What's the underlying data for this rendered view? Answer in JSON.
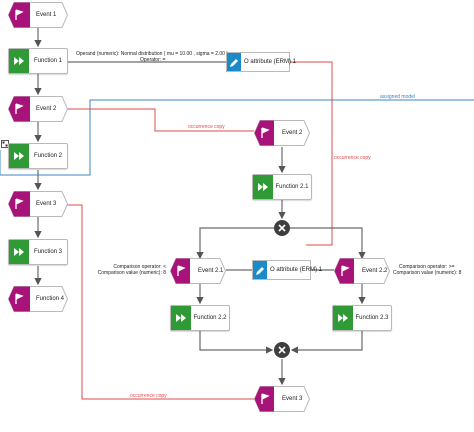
{
  "diagram": {
    "left_chain": {
      "event_1": "Event 1",
      "function_1": "Function 1",
      "event_2": "Event 2",
      "function_2": "Function 2",
      "event_3": "Event 3",
      "function_3": "Function 3",
      "function_4": "Function 4"
    },
    "assigned_model": {
      "event_2": "Event 2",
      "function_2_1": "Function 2.1",
      "event_2_1": "Event 2.1",
      "event_2_2": "Event 2.2",
      "function_2_2": "Function 2.2",
      "function_2_3": "Function 2.3",
      "event_3": "Event 3",
      "attribute_object": "O attribute (ERM) 1"
    },
    "attribute_object_top": "O attribute (ERM) 1",
    "operand_line": "Operand (numeric): Normal distribution ( mu = 10.00 , sigma = 2.00 )",
    "operator_line": "Operator: =",
    "comparison_left_line1": "Comparison operator: <",
    "comparison_left_line2": "Comparison value (numeric): 8",
    "comparison_right_line1": "Comparison operator: >=",
    "comparison_right_line2": "Comparison value (numeric): 8",
    "assigned_model_label": "assigned model",
    "occurrence_copy_1": "occurrence copy",
    "occurrence_copy_2": "occurrence copy",
    "occurrence_copy_3": "occurrence copy",
    "colors": {
      "event": "#a8137a",
      "function": "#2f9a36",
      "attribute": "#1a8ac8",
      "gateway": "#3e3e3e",
      "occurrence_copy_line": "#e24b4b",
      "assigned_model_line": "#3b86c4"
    },
    "icons": {
      "event": "flag-icon",
      "function": "fast-forward-icon",
      "attribute": "pencil-icon",
      "gateway": "xor-cross-icon",
      "model_link": "model-link-icon"
    }
  }
}
